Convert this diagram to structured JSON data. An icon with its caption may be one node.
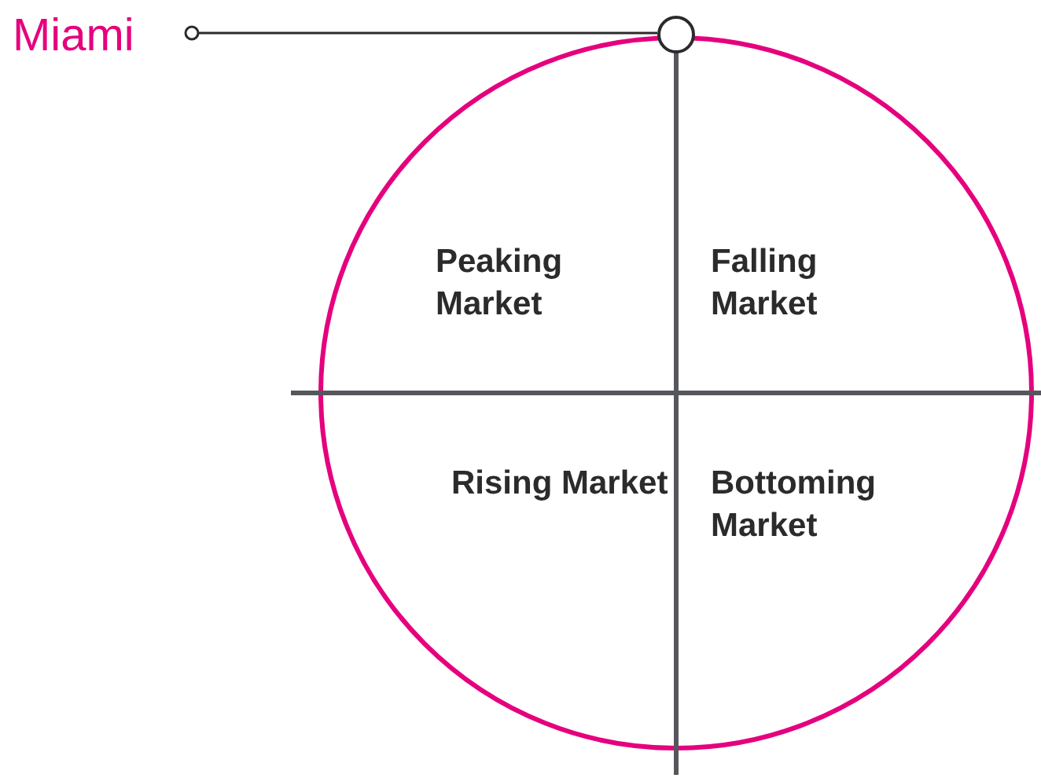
{
  "diagram": {
    "nodes": [
      {
        "text": [
          "Miami"
        ]
      },
      {
        "text": [],
        "shape": "circle"
      }
    ],
    "edges": [
      {
        "from": 0,
        "to": 1,
        "arrow": "other"
      }
    ],
    "labels": [
      "Peaking Market",
      "Falling Market",
      "Rising Market",
      "Bottoming Market"
    ]
  }
}
